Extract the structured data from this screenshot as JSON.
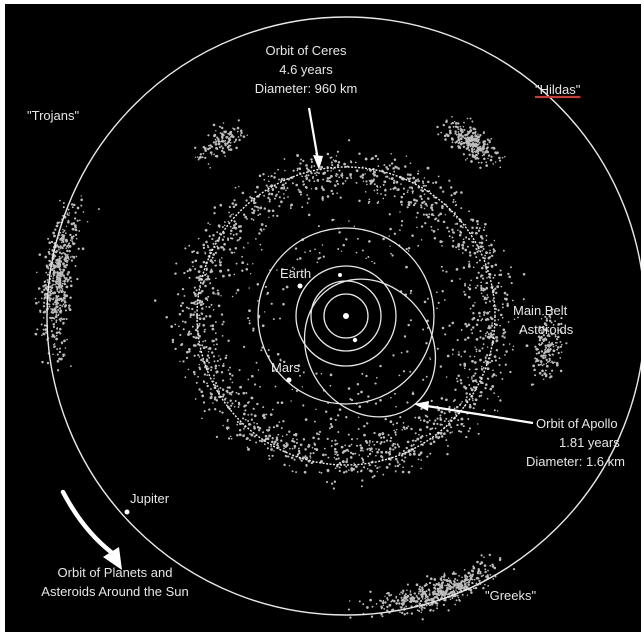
{
  "colors": {
    "background": "#000000",
    "frame": "#ffffff",
    "orbit": "#e8e8e8",
    "asteroid": "#bdbdbd",
    "label": "#e6e6e6",
    "hildas_underline": "#d8342c"
  },
  "labels": {
    "ceres": [
      "Orbit of Ceres",
      "4.6 years",
      "Diameter: 960 km"
    ],
    "hildas": "\"Hildas\"",
    "trojans": "\"Trojans\"",
    "main_belt": [
      "Main Belt",
      "Asteroids"
    ],
    "earth": "Earth",
    "mars": "Mars",
    "apollo": [
      "Orbit of Apollo",
      "1.81 years",
      "Diameter: 1.6 km"
    ],
    "jupiter": "Jupiter",
    "direction": [
      "Orbit of Planets and",
      "Asteroids Around the Sun"
    ],
    "greeks": "\"Greeks\""
  },
  "icons": {
    "sun": "sun-dot",
    "motion_arrow": "curved-arrow-icon",
    "pointer_ceres": "pointer-arrow-icon",
    "pointer_apollo": "pointer-arrow-icon"
  }
}
